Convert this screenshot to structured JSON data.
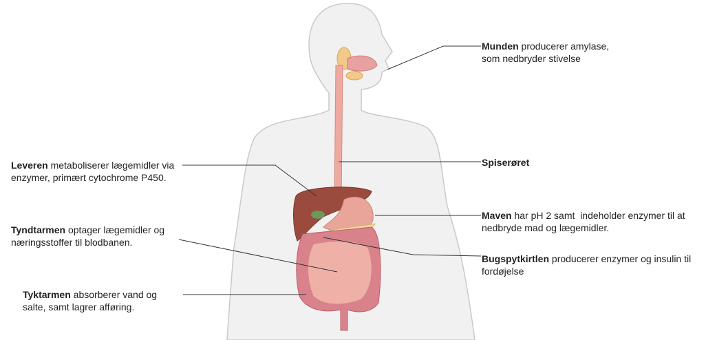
{
  "labels": {
    "mouth": {
      "title": "Munden",
      "text": " producerer amylase,",
      "line2": "som nedbryder stivelse"
    },
    "esophagus": {
      "title": "Spiserøret"
    },
    "stomach": {
      "title": "Maven",
      "text": " har pH 2 samt  indeholder enzymer til at",
      "line2": "nedbryde mad og lægemidler."
    },
    "pancreas": {
      "title": "Bugspytkirtlen",
      "text": " producerer enzymer og insulin til",
      "line2": "fordøjelse"
    },
    "liver": {
      "title": "Leveren",
      "text": " metaboliserer lægemidler via",
      "line2": "enzymer, primært cytochrome P450."
    },
    "small_intestine": {
      "title": "Tyndtarmen",
      "text": " optager lægemidler og",
      "line2": "næringsstoffer til blodbanen."
    },
    "large_intestine": {
      "title": "Tyktarmen",
      "text": " absorberer vand og",
      "line2": "salte, samt lagrer afføring."
    }
  }
}
